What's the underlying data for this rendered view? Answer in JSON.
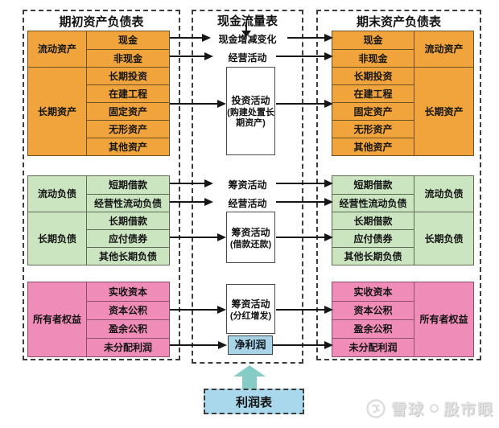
{
  "diagram": {
    "left_sheet": {
      "title": "期初资产负债表",
      "tables": [
        {
          "name": "assets",
          "groups": [
            {
              "label": "流动资产",
              "items": [
                "现金",
                "非现金"
              ]
            },
            {
              "label": "长期资产",
              "items": [
                "长期投资",
                "在建工程",
                "固定资产",
                "无形资产",
                "其他资产"
              ]
            }
          ]
        },
        {
          "name": "liabilities",
          "groups": [
            {
              "label": "流动负债",
              "items": [
                "短期借款",
                "经营性流动负债"
              ]
            },
            {
              "label": "长期负债",
              "items": [
                "长期借款",
                "应付债券",
                "其他长期负债"
              ]
            }
          ]
        },
        {
          "name": "equity",
          "groups": [
            {
              "label": "所有者权益",
              "items": [
                "实收资本",
                "资本公积",
                "盈余公积",
                "未分配利润"
              ]
            }
          ]
        }
      ]
    },
    "cash_flow": {
      "title": "现金流量表",
      "rows": [
        {
          "label": "现金增减变化"
        },
        {
          "label": "经营活动"
        },
        {
          "label": "投资活动",
          "note": "(购建处置长期资产)"
        },
        {
          "label": "筹资活动"
        },
        {
          "label": "经营活动"
        },
        {
          "label": "筹资活动",
          "note": "(借款还款)"
        },
        {
          "label": "筹资活动",
          "note": "(分红增发)"
        },
        {
          "label": "净利润"
        }
      ]
    },
    "right_sheet": {
      "title": "期末资产负债表",
      "tables": [
        {
          "name": "assets",
          "groups": [
            {
              "label": "流动资产",
              "items": [
                "现金",
                "非现金"
              ]
            },
            {
              "label": "长期资产",
              "items": [
                "长期投资",
                "在建工程",
                "固定资产",
                "无形资产",
                "其他资产"
              ]
            }
          ]
        },
        {
          "name": "liabilities",
          "groups": [
            {
              "label": "流动负债",
              "items": [
                "短期借款",
                "经营性流动负债"
              ]
            },
            {
              "label": "长期负债",
              "items": [
                "长期借款",
                "应付债券",
                "其他长期负债"
              ]
            }
          ]
        },
        {
          "name": "equity",
          "groups": [
            {
              "label": "所有者权益",
              "items": [
                "实收资本",
                "资本公积",
                "盈余公积",
                "未分配利润"
              ]
            }
          ]
        }
      ]
    },
    "income_statement": {
      "title": "利润表"
    },
    "watermark": {
      "brand": "雪球",
      "name": "股市眼"
    },
    "colors": {
      "assets_bg": "#F0A43B",
      "liabilities_bg": "#CBE5C1",
      "equity_bg": "#EF8CB7",
      "net_income_bg": "#A9D4E8",
      "income_box_bg": "#A9D8EC",
      "up_arrow": "#85CBC6"
    }
  }
}
